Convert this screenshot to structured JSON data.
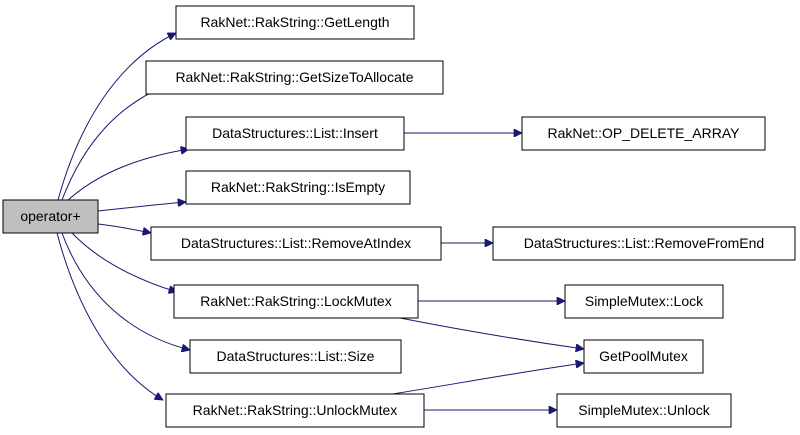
{
  "nodes": {
    "root": "operator+",
    "getlength": "RakNet::RakString::GetLength",
    "getsize": "RakNet::RakString::GetSizeToAllocate",
    "insert": "DataStructures::List::Insert",
    "opdelete": "RakNet::OP_DELETE_ARRAY",
    "isempty": "RakNet::RakString::IsEmpty",
    "removeat": "DataStructures::List::RemoveAtIndex",
    "removefromend": "DataStructures::List::RemoveFromEnd",
    "lockmutex": "RakNet::RakString::LockMutex",
    "simplelock": "SimpleMutex::Lock",
    "getpoolmutex": "GetPoolMutex",
    "size": "DataStructures::List::Size",
    "unlockmutex": "RakNet::RakString::UnlockMutex",
    "simpleunlock": "SimpleMutex::Unlock"
  },
  "colors": {
    "edge": "#191970",
    "root_fill": "#bfbfbf",
    "node_fill": "#ffffff",
    "border": "#000000"
  }
}
